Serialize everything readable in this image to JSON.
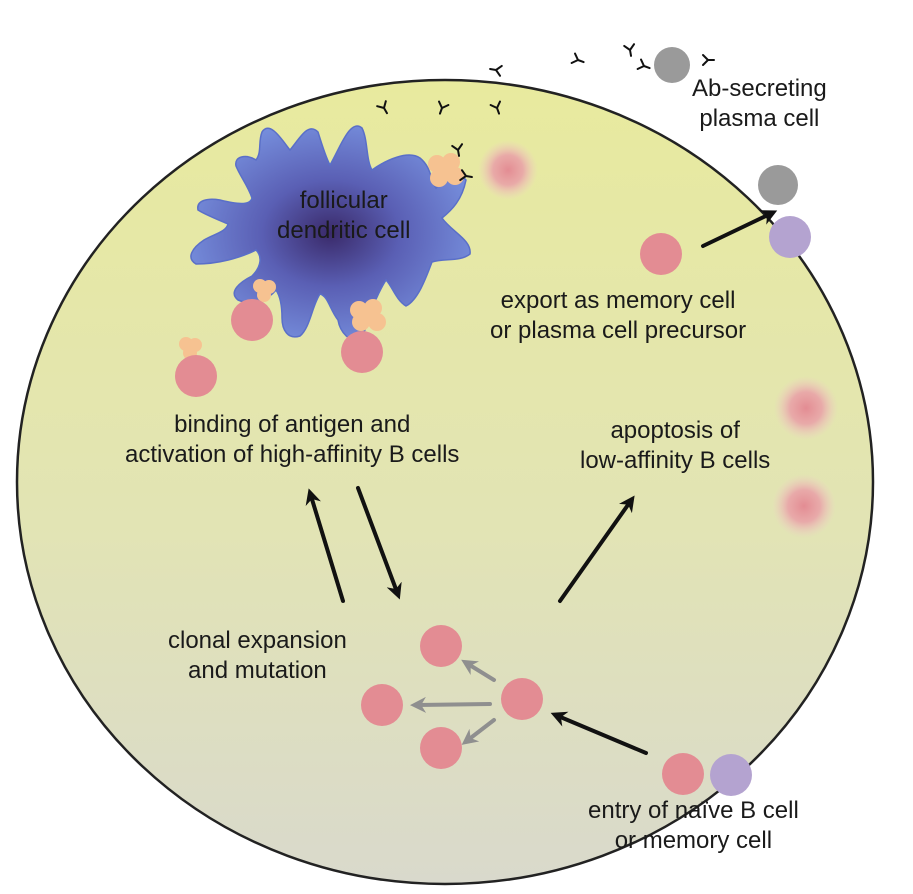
{
  "diagram": {
    "labels": {
      "follicular_dendritic_cell": [
        "follicular",
        "dendritic cell"
      ],
      "plasma_cell": [
        "Ab-secreting",
        "plasma cell"
      ],
      "export": [
        "export as memory cell",
        "or plasma cell precursor"
      ],
      "binding": [
        "binding of antigen and",
        "activation of high-affinity B cells"
      ],
      "apoptosis": [
        "apoptosis of",
        "low-affinity B cells"
      ],
      "clonal": [
        "clonal expansion",
        "and mutation"
      ],
      "entry": [
        "entry of naïve B cell",
        "or memory cell"
      ]
    },
    "colors": {
      "background_top": "#e6e8a8",
      "background_bottom": "#dcdcc8",
      "dendritic_cell": "#6f86d6",
      "dendritic_core": "#3a2a6a",
      "b_cell": "#e38c93",
      "memory_cell": "#b4a3d0",
      "plasma_cell": "#9a9a9a",
      "antigen_cluster": "#f6c291",
      "black_arrow": "#111111",
      "gray_arrow": "#8f8f8f"
    }
  }
}
